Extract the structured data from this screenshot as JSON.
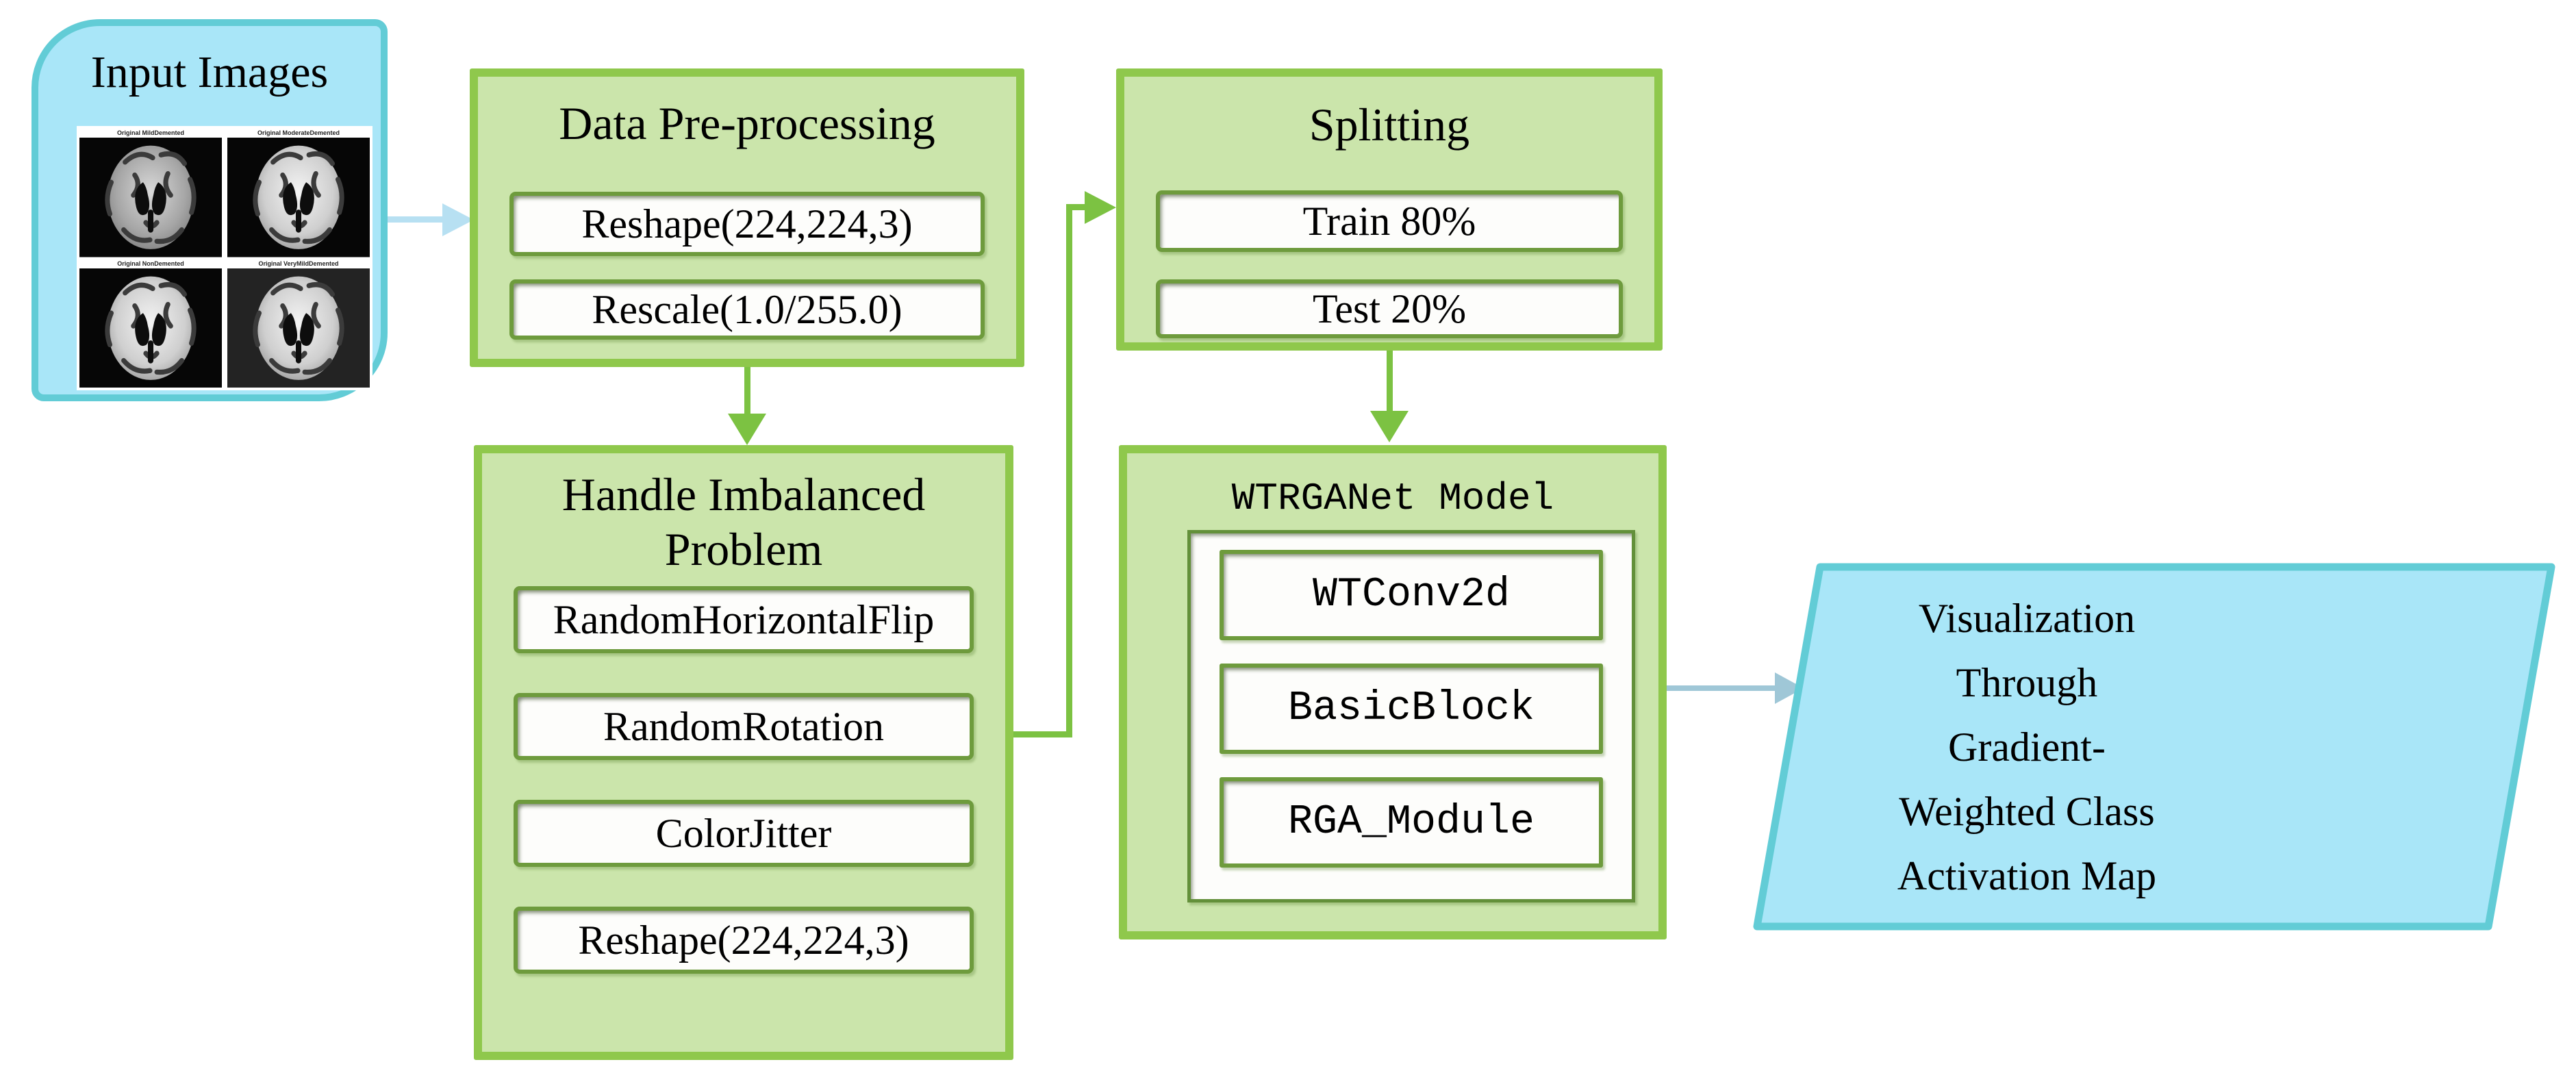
{
  "input": {
    "title": "Input Images",
    "images": [
      {
        "caption": "Original MildDemented"
      },
      {
        "caption": "Original ModerateDemented"
      },
      {
        "caption": "Original NonDemented"
      },
      {
        "caption": "Original VeryMildDemented"
      }
    ]
  },
  "preprocessing": {
    "title": "Data Pre-processing",
    "items": [
      "Reshape(224,224,3)",
      "Rescale(1.0/255.0)"
    ]
  },
  "imbalance": {
    "title": "Handle Imbalanced Problem",
    "items": [
      "RandomHorizontalFlip",
      "RandomRotation",
      "ColorJitter",
      "Reshape(224,224,3)"
    ]
  },
  "splitting": {
    "title": "Splitting",
    "items": [
      "Train 80%",
      "Test 20%"
    ]
  },
  "model": {
    "title": "WTRGANet Model",
    "items": [
      "WTConv2d",
      "BasicBlock",
      "RGA_Module"
    ]
  },
  "visualization": {
    "lines": [
      "Visualization",
      "Through",
      "Gradient-",
      "Weighted Class",
      "Activation Map"
    ]
  },
  "colors": {
    "cyan_fill": "#a9e6f8",
    "cyan_border": "#62ccd6",
    "green_fill": "#cbe5ab",
    "green_border": "#8fc84c",
    "inner_border": "#6e9b3d",
    "green_line": "#7cc242",
    "blue_arrow": "#b7e0f2",
    "gray_blue_arrow": "#9fc7d7",
    "ink": "#000000"
  }
}
